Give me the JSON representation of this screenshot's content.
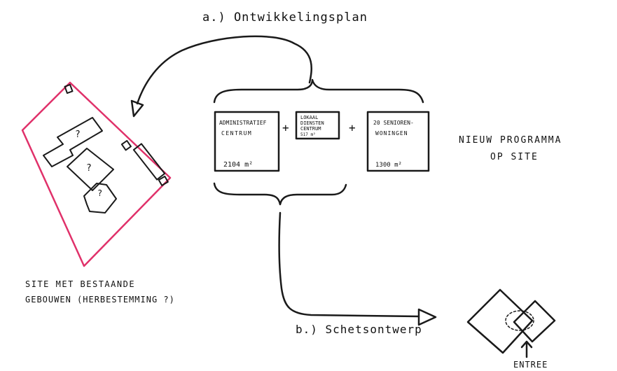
{
  "labels": {
    "plan_a": "a.) Ontwikkelingsplan",
    "plan_b": "b.) Schetsontwerp",
    "site_line1": "SITE MET BESTAANDE",
    "site_line2": "GEBOUWEN (HERBESTEMMING ?)",
    "program_line1": "NIEUW PROGRAMMA",
    "program_line2": "OP SITE",
    "entree": "ENTREE",
    "plus1": "+",
    "plus2": "+",
    "q1": "?",
    "q2": "?",
    "q3": "?"
  },
  "boxes": {
    "admin": {
      "line1": "ADMINISTRATIEF",
      "line2": "CENTRUM",
      "area": "2104 m²"
    },
    "lokaal": {
      "line1": "LOKAAL",
      "line2": "DIENSTEN",
      "line3": "CENTRUM",
      "area": "517 m²"
    },
    "senior": {
      "line1": "20 SENIOREN-",
      "line2": "WONINGEN",
      "area": "1300 m²"
    }
  },
  "colors": {
    "site_outline": "#e0316a",
    "ink": "#1a1a1a"
  }
}
